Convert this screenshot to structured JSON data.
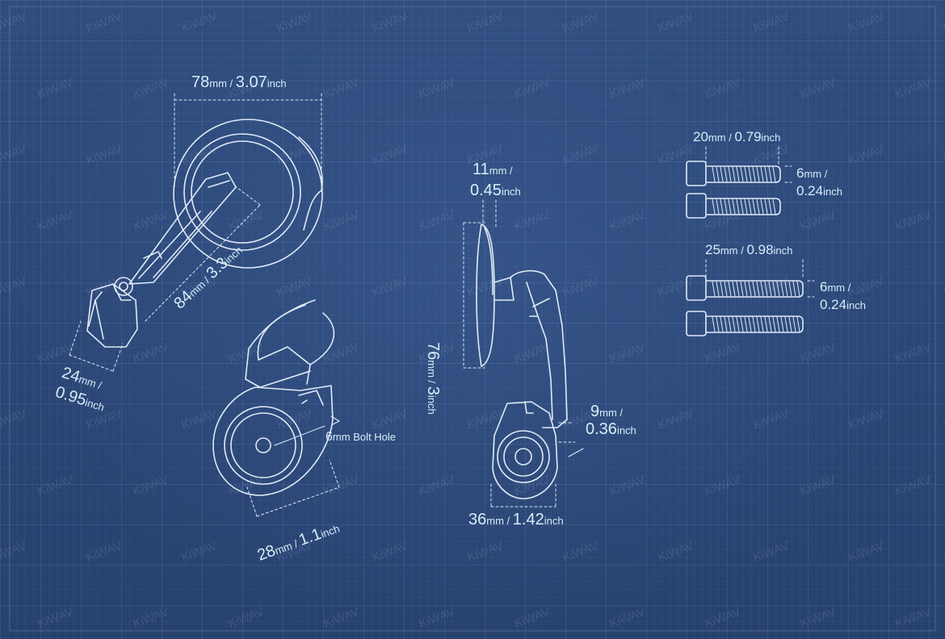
{
  "watermark": "KiWAV",
  "colors": {
    "background": "#2b4573",
    "line": "#dbe8f4",
    "dimension_text": "#d7ecf7"
  },
  "dimensions": {
    "width_78": {
      "mm": "78",
      "mm_unit": "mm",
      "inch": "3.07",
      "inch_unit": "inch"
    },
    "length_84": {
      "mm": "84",
      "mm_unit": "mm",
      "inch": "3.3",
      "inch_unit": "inch"
    },
    "width_24": {
      "mm": "24",
      "mm_unit": "mm",
      "inch": "0.95",
      "inch_unit": "inch"
    },
    "clamp_28": {
      "mm": "28",
      "mm_unit": "mm",
      "inch": "1.1",
      "inch_unit": "inch"
    },
    "bolt_hole": {
      "mm": "6",
      "mm_unit": "mm",
      "label": "Bolt Hole"
    },
    "depth_11": {
      "mm": "11",
      "mm_unit": "mm",
      "inch": "0.45",
      "inch_unit": "inch"
    },
    "height_76": {
      "mm": "76",
      "mm_unit": "mm",
      "inch": "3",
      "inch_unit": "inch"
    },
    "width_36": {
      "mm": "36",
      "mm_unit": "mm",
      "inch": "1.42",
      "inch_unit": "inch"
    },
    "offset_9": {
      "mm": "9",
      "mm_unit": "mm",
      "inch": "0.36",
      "inch_unit": "inch"
    },
    "bolt_20": {
      "mm": "20",
      "mm_unit": "mm",
      "inch": "0.79",
      "inch_unit": "inch"
    },
    "bolt_20_dia": {
      "mm": "6",
      "mm_unit": "mm",
      "inch": "0.24",
      "inch_unit": "inch"
    },
    "bolt_25": {
      "mm": "25",
      "mm_unit": "mm",
      "inch": "0.98",
      "inch_unit": "inch"
    },
    "bolt_25_dia": {
      "mm": "6",
      "mm_unit": "mm",
      "inch": "0.24",
      "inch_unit": "inch"
    }
  }
}
